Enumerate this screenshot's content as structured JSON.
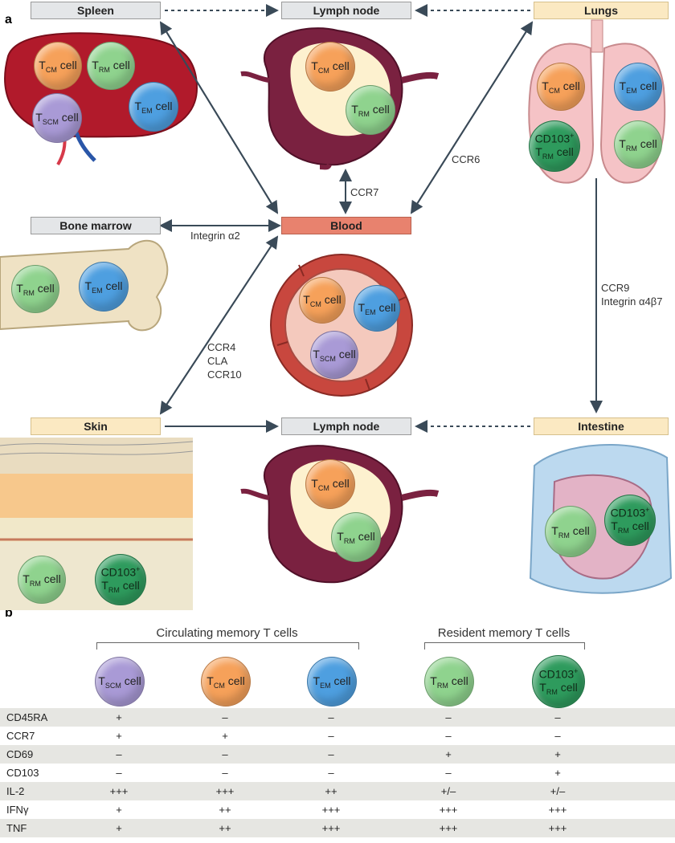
{
  "panel_a": "a",
  "panel_b": "b",
  "organs": {
    "spleen": "Spleen",
    "lymph_top": "Lymph node",
    "lungs": "Lungs",
    "bone_marrow": "Bone marrow",
    "blood": "Blood",
    "skin": "Skin",
    "lymph_bottom": "Lymph node",
    "intestine": "Intestine"
  },
  "routes": {
    "ccr7": "CCR7",
    "ccr6": "CCR6",
    "integrin_a2": "Integrin α2",
    "ccr9": "CCR9",
    "integrin_a4b7": "Integrin α4β7",
    "ccr4": "CCR4",
    "cla": "CLA",
    "ccr10": "CCR10"
  },
  "cell_labels": {
    "T": "T",
    "cell": "cell",
    "cd103": "CD103",
    "plus": "+",
    "cm": "CM",
    "rm": "RM",
    "em": "EM",
    "scm": "SCM"
  },
  "table": {
    "circulating_title": "Circulating memory  T cells",
    "resident_title": "Resident memory  T cells",
    "rows": [
      {
        "marker": "CD45RA",
        "values": [
          "+",
          "–",
          "–",
          "–",
          "–"
        ]
      },
      {
        "marker": "CCR7",
        "values": [
          "+",
          "+",
          "–",
          "–",
          "–"
        ]
      },
      {
        "marker": "CD69",
        "values": [
          "–",
          "–",
          "–",
          "+",
          "+"
        ]
      },
      {
        "marker": "CD103",
        "values": [
          "–",
          "–",
          "–",
          "–",
          "+"
        ]
      },
      {
        "marker": "IL-2",
        "values": [
          "+++",
          "+++",
          "++",
          "+/–",
          "+/–"
        ]
      },
      {
        "marker": "IFNγ",
        "values": [
          "+",
          "++",
          "+++",
          "+++",
          "+++"
        ]
      },
      {
        "marker": "TNF",
        "values": [
          "+",
          "++",
          "+++",
          "+++",
          "+++"
        ]
      }
    ]
  },
  "colors": {
    "tcm": "#f6a15a",
    "trm": "#8fd38e",
    "tem": "#4e9fe0",
    "tscm": "#a99ad6",
    "cd103_trm": "#2e9b5d",
    "row_shade": "#e6e6e2",
    "arrow": "#3a4a58"
  }
}
